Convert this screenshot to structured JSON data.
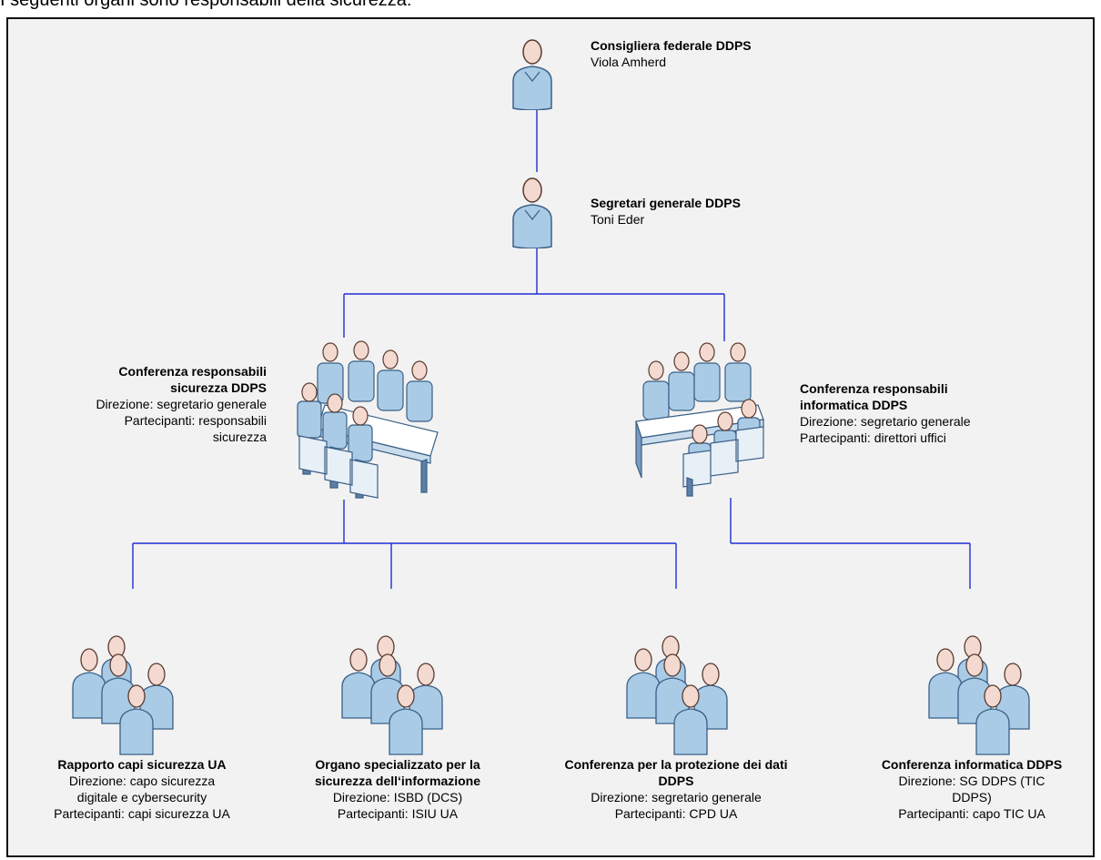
{
  "intro": "I seguenti organi sono responsabili della sicurezza:",
  "nodes": {
    "councillor": {
      "title": "Consigliera federale DDPS",
      "name": "Viola Amherd"
    },
    "secretary": {
      "title": "Segretari generale DDPS",
      "name": "Toni Eder"
    },
    "security_conf": {
      "title_1": "Conferenza responsabili",
      "title_2": "sicurezza DDPS",
      "line_1": "Direzione: segretario generale",
      "line_2": "Partecipanti: responsabili",
      "line_3": "sicurezza"
    },
    "it_conf": {
      "title_1": "Conferenza responsabili",
      "title_2": "informatica DDPS",
      "line_1": "Direzione: segretario generale",
      "line_2": "Partecipanti: direttori uffici"
    },
    "security_chiefs": {
      "title_1": "Rapporto capi sicurezza UA",
      "line_1": "Direzione: capo sicurezza",
      "line_2": "digitale e cybersecurity",
      "line_3": "Partecipanti: capi sicurezza UA"
    },
    "info_security_body": {
      "title_1": "Organo specializzato per la",
      "title_2": "sicurezza dell‘informazione",
      "line_1": "Direzione: ISBD (DCS)",
      "line_2": "Partecipanti: ISIU UA"
    },
    "data_protection": {
      "title_1": "Conferenza per la protezione dei dati",
      "title_2": "DDPS",
      "line_1": "Direzione: segretario generale",
      "line_2": "Partecipanti: CPD UA"
    },
    "it_conference": {
      "title_1": "Conferenza informatica DDPS",
      "line_1": "Direzione: SG DDPS (TIC",
      "line_2": "DDPS)",
      "line_3": "Partecipanti: capo TIC UA"
    }
  },
  "colors": {
    "connector": "#1f2dd6",
    "person_fill": "#a9cbe6",
    "person_stroke": "#3a5f86",
    "head_fill": "#f3d9cf",
    "frame_bg": "#f2f2f2"
  },
  "icons": {
    "single": "person-icon",
    "meeting": "meeting-table-icon",
    "group": "group-icon"
  }
}
